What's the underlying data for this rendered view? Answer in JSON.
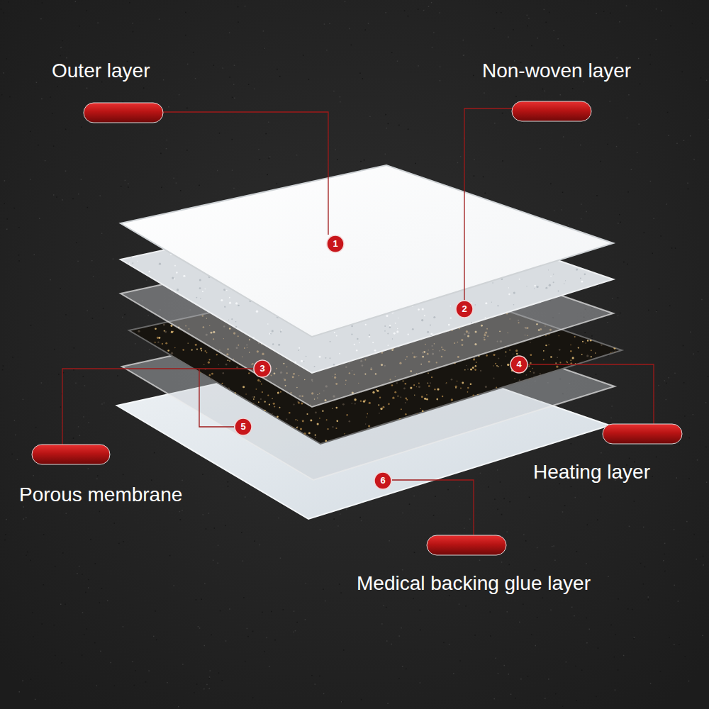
{
  "diagram": {
    "labels": [
      "Outer layer",
      "Non-woven layer",
      "Porous membrane",
      "Heating layer",
      "Medical backing glue layer",
      "1",
      "2",
      "3",
      "4",
      "5",
      "6"
    ]
  }
}
